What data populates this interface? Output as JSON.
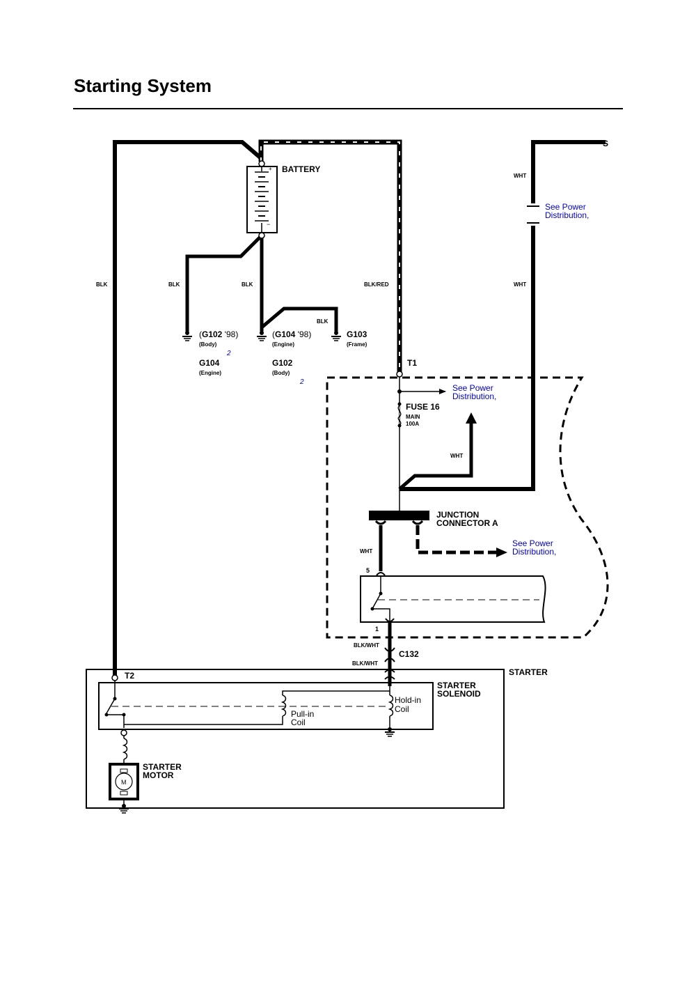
{
  "page": {
    "title": "Starting System"
  },
  "colors": {
    "wire": "#000000",
    "link": "#0000cc"
  },
  "wires": {
    "blk_left": "BLK",
    "blk_g102": "BLK",
    "blk_g104": "BLK",
    "blk_g103": "BLK",
    "blk_red": "BLK/RED",
    "wht_top": "WHT",
    "wht_mid": "WHT",
    "wht_fuse": "WHT",
    "wht_junction": "WHT",
    "blk_wht_1": "BLK/WHT",
    "blk_wht_2": "BLK/WHT"
  },
  "battery": {
    "label": "BATTERY",
    "plus": "+",
    "minus": "−"
  },
  "grounds": {
    "g102_98": {
      "open": "(",
      "id": "G102",
      "year": " '98)",
      "sub": "(Body)"
    },
    "g104_98": {
      "open": "(",
      "id": "G104",
      "year": " '98)",
      "sub": "(Engine)"
    },
    "g103": {
      "id": "G103",
      "sub": "(Frame)"
    },
    "g104": {
      "id": "G104",
      "sub": "(Engine)"
    },
    "g102": {
      "id": "G102",
      "sub": "(Body)"
    },
    "ref_a": "2",
    "ref_b": "2"
  },
  "terminals": {
    "t1": "T1",
    "t2": "T2",
    "pin5": "5",
    "pin1": "1",
    "c132": "C132"
  },
  "fuse": {
    "name": "FUSE 16",
    "rating_line1": "MAIN",
    "rating_line2": "100A"
  },
  "junction": {
    "line1": "JUNCTION",
    "line2": "CONNECTOR A"
  },
  "links": {
    "top_right": {
      "line1": "See Power",
      "line2": "Distribution,"
    },
    "fuse_out": {
      "line1": "See Power",
      "line2": "Distribution,"
    },
    "junction_out": {
      "line1": "See Power",
      "line2": "Distribution,"
    }
  },
  "starter": {
    "label": "STARTER",
    "solenoid_line1": "STARTER",
    "solenoid_line2": "SOLENOID",
    "hold_in_line1": "Hold-in",
    "hold_in_line2": "Coil",
    "pull_in_line1": "Pull-in",
    "pull_in_line2": "Coil",
    "motor_line1": "STARTER",
    "motor_line2": "MOTOR",
    "motor_symbol": "M",
    "cut_mark": "S"
  }
}
